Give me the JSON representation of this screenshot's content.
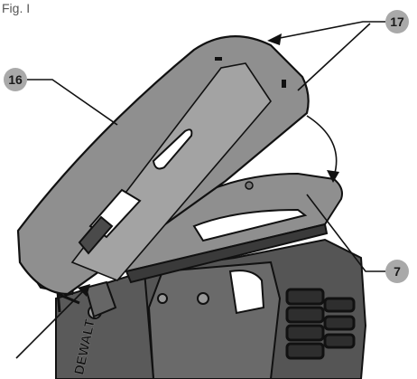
{
  "figure": {
    "title": "Fig. I"
  },
  "callouts": {
    "c16": "16",
    "c17": "17",
    "c7": "7"
  },
  "tool": {
    "brand_text": "DEWALT"
  },
  "colors": {
    "body": "#8f8f8f",
    "body_dark": "#3a3a3a",
    "outline": "#111111",
    "callout_fill": "#a9a9a9",
    "background": "#ffffff"
  }
}
